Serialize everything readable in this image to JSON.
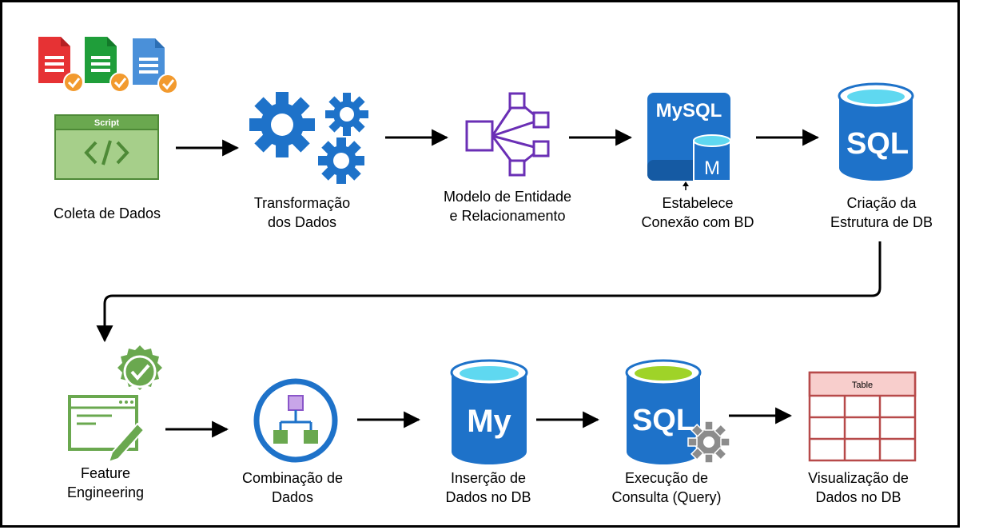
{
  "steps": [
    {
      "id": "coleta",
      "line1": "Coleta de Dados",
      "line2": "",
      "icon": "script-code-icon",
      "icon_text": "Script"
    },
    {
      "id": "transformacao",
      "line1": "Transformação",
      "line2": "dos Dados",
      "icon": "gears-icon"
    },
    {
      "id": "modelo",
      "line1": "Modelo de Entidade",
      "line2": "e Relacionamento",
      "icon": "entity-relationship-icon"
    },
    {
      "id": "conexao",
      "line1": "Estabelece",
      "line2": "Conexão com BD",
      "icon": "mysql-server-icon",
      "icon_text": "MySQL",
      "icon_subtext": "M"
    },
    {
      "id": "estrutura",
      "line1": "Criação da",
      "line2": "Estrutura de DB",
      "icon": "sql-database-icon",
      "icon_text": "SQL"
    },
    {
      "id": "feature",
      "line1": "Feature",
      "line2": "Engineering",
      "icon": "feature-engineering-icon"
    },
    {
      "id": "combinacao",
      "line1": "Combinação de",
      "line2": "Dados",
      "icon": "workflow-icon"
    },
    {
      "id": "insercao",
      "line1": "Inserção de",
      "line2": "Dados no DB",
      "icon": "mysql-database-icon",
      "icon_text": "My"
    },
    {
      "id": "execucao",
      "line1": "Execução de",
      "line2": "Consulta (Query)",
      "icon": "sql-query-gear-icon",
      "icon_text": "SQL"
    },
    {
      "id": "visualizacao",
      "line1": "Visualização de",
      "line2": "Dados no DB",
      "icon": "table-icon",
      "icon_text": "Table"
    }
  ],
  "file_icons": [
    "red-document-check-icon",
    "green-document-check-icon",
    "blue-document-check-icon"
  ],
  "colors": {
    "blue": "#1e72c9",
    "blue_dark": "#155aa3",
    "cyan": "#5fd8f0",
    "purple": "#6a2fb5",
    "green": "#6aa84f",
    "green_dark": "#4e8a37",
    "green_light": "#a6cf8a",
    "lime": "#9fd328",
    "red": "#e63234",
    "table_red": "#b74a4a",
    "table_fill": "#f8cecc",
    "orange": "#f29a2e",
    "grey": "#8c8c8c"
  }
}
